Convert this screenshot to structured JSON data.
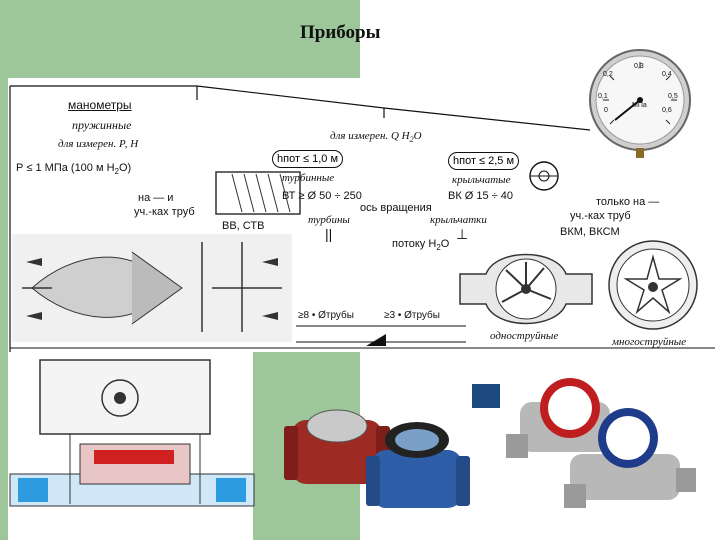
{
  "slide": {
    "title": "Приборы"
  },
  "schema": {
    "manometers": "манометры",
    "spring": "пружинные",
    "for_measure_pt": "для измерен. Р, Н",
    "pressure_limit": "Р ≤ 1 МПа (100 м Н",
    "pressure_sub": "2",
    "pressure_end": "О)",
    "on_and": "на — и",
    "pipe_sections": "уч.-ках труб",
    "for_measure_q": "для измерен. Q Н",
    "for_measure_q_sub": "2",
    "for_measure_q_end": "О",
    "box_turbine": "hпот ≤ 1,0 м",
    "box_vane": "hпот ≤ 2,5 м",
    "turbine_type": "турбинные",
    "vane_type": "крыльчатые",
    "vt_range": "ВТ ≥ Ø 50 ÷ 250",
    "vk_range": "ВК Ø 15 ÷ 40",
    "rotation_axis": "ось вращения",
    "turbines": "турбины",
    "impellers": "крыльчатки",
    "flow_h2o": "потоку Н",
    "flow_h2o_sub": "2",
    "flow_h2o_end": "О",
    "parallel_sign": "||",
    "perp_sign": "⊥",
    "vv_stv": "ВВ, СТВ",
    "vkm": "ВКМ, ВКСМ",
    "only_on": "только на —",
    "pipe_sections2": "уч.-ках труб",
    "upstream": "≥8 • Øтрубы",
    "downstream": "≥3 • Øтрубы",
    "single_jet": "одноструйные",
    "multi_jet": "многоструйные"
  },
  "gauge": {
    "scale_labels": [
      "0",
      "0,1",
      "0,2",
      "0,3",
      "0,4",
      "0,5",
      "0,6"
    ],
    "unit": "МПа"
  }
}
